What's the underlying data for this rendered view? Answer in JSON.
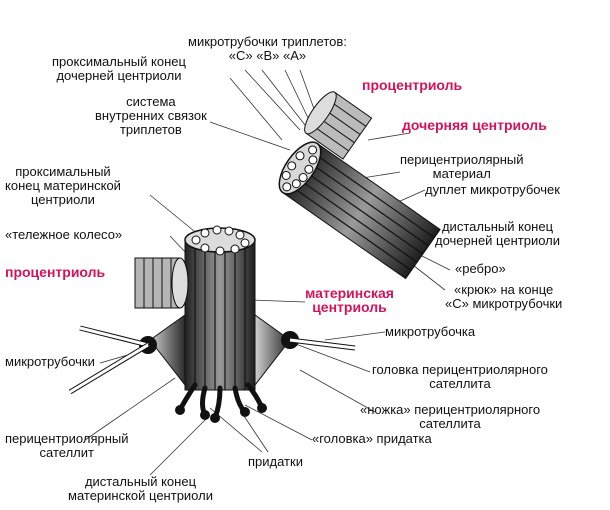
{
  "labels": {
    "triplets": [
      "микротрубочки триплетов:",
      "«С» «В» «А»"
    ],
    "prox_daughter": [
      "проксимальный конец",
      "дочерней центриоли"
    ],
    "internal_links": [
      "система",
      "внутренних связок",
      "триплетов"
    ],
    "procentriole_top": "процентриоль",
    "daughter_centriole": "дочерняя центриоль",
    "pericentriolar_material": [
      "перицентриолярный",
      "материал"
    ],
    "doublet": "дуплет микротрубочек",
    "distal_daughter": [
      "дистальный конец",
      "дочерней центриоли"
    ],
    "rib": "«ребро»",
    "hook": [
      "«крюк» на конце",
      "«С» микротрубочки"
    ],
    "prox_mother": [
      "проксимальный",
      "конец материнской",
      "центриоли"
    ],
    "cartwheel": "«тележное колесо»",
    "procentriole_left": "процентриоль",
    "mother_centriole": [
      "материнская",
      "центриоль"
    ],
    "microtubule": "микротрубочка",
    "satellite_head": [
      "головка перицентриолярного",
      "сателлита"
    ],
    "satellite_leg": [
      "«ножка» перицентриолярного",
      "сателлита"
    ],
    "microtubules_left": "микротрубочки",
    "appendage_head": "«головка» придатка",
    "pericentriolar_satellite": [
      "перицентриолярный",
      "сателлит"
    ],
    "appendages": "придатки",
    "distal_mother": [
      "дистальный конец",
      "материнской центриоли"
    ]
  },
  "colors": {
    "accent": "#d4145a",
    "ink": "#111111"
  }
}
